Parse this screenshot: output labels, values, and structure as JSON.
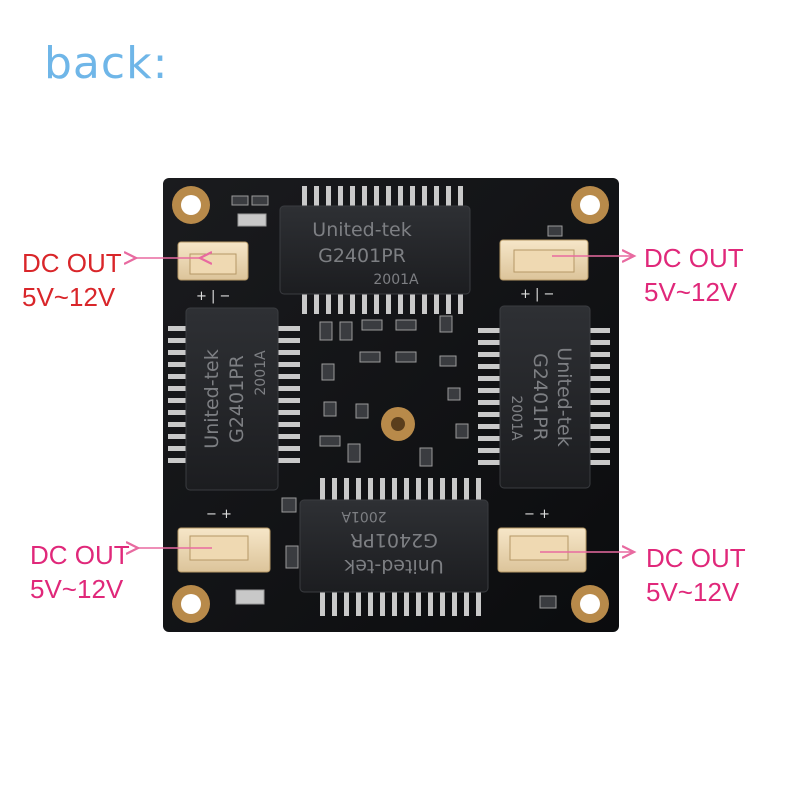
{
  "page_title": "back:",
  "colors": {
    "title": "#6fb6e8",
    "label_red": "#d9262a",
    "label_pink": "#e0287a",
    "arrow_pink": "#e86aa0",
    "pcb": "#111214",
    "chip": "#24262a",
    "pin": "#c9c9c9",
    "connector": "#f1dcb8"
  },
  "labels": [
    {
      "line1": "DC OUT",
      "line2": "5V~12V"
    },
    {
      "line1": "DC OUT",
      "line2": "5V~12V"
    },
    {
      "line1": "DC OUT",
      "line2": "5V~12V"
    },
    {
      "line1": "DC OUT",
      "line2": "5V~12V"
    }
  ],
  "chips": [
    {
      "brand": "United-tek",
      "part": "G2401PR",
      "code": "2001A"
    },
    {
      "brand": "United-tek",
      "part": "G2401PR",
      "code": "2001A"
    },
    {
      "brand": "United-tek",
      "part": "G2401PR",
      "code": "2001A"
    },
    {
      "brand": "United-tek",
      "part": "G2401PR",
      "code": "2001A"
    }
  ]
}
